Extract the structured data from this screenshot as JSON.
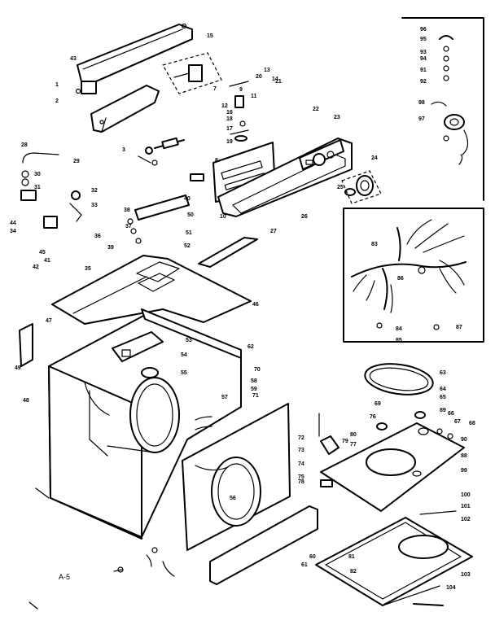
{
  "diagram": {
    "section_label": "A-5",
    "part_numbers": [
      "1",
      "2",
      "3",
      "7",
      "8",
      "9",
      "10",
      "11",
      "12",
      "13",
      "14",
      "15",
      "16",
      "17",
      "18",
      "19",
      "20",
      "21",
      "22",
      "23",
      "24",
      "25",
      "26",
      "27",
      "28",
      "29",
      "30",
      "31",
      "32",
      "33",
      "34",
      "35",
      "36",
      "37",
      "38",
      "39",
      "40",
      "41",
      "42",
      "43",
      "44",
      "45",
      "46",
      "47",
      "48",
      "49",
      "50",
      "51",
      "52",
      "53",
      "54",
      "55",
      "56",
      "57",
      "58",
      "59",
      "60",
      "61",
      "62",
      "63",
      "64",
      "65",
      "66",
      "67",
      "68",
      "69",
      "70",
      "71",
      "72",
      "73",
      "74",
      "75",
      "76",
      "77",
      "78",
      "79",
      "80",
      "81",
      "82",
      "83",
      "84",
      "85",
      "86",
      "87",
      "88",
      "89",
      "90",
      "91",
      "92",
      "93",
      "94",
      "95",
      "96",
      "97",
      "98",
      "99",
      "100",
      "101",
      "102",
      "103",
      "104"
    ]
  }
}
